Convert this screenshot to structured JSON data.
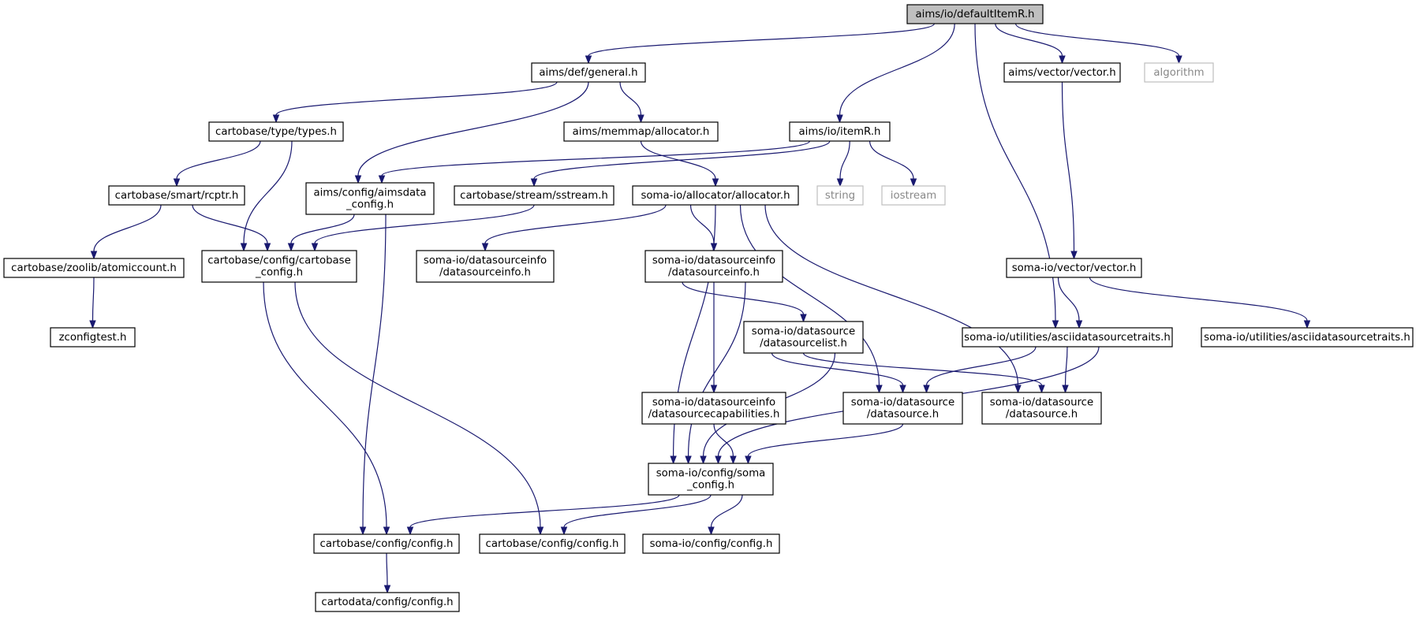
{
  "diagram": {
    "type": "include-dependency-graph",
    "colors": {
      "edge": "#191970",
      "node_border": "#000000",
      "root_fill": "#bfbfbf",
      "external_border": "#bfbfbf",
      "external_text": "#888888"
    },
    "nodes": [
      {
        "id": "defaultItemR",
        "lines": [
          "aims/io/defaultItemR.h"
        ],
        "kind": "root"
      },
      {
        "id": "general",
        "lines": [
          "aims/def/general.h"
        ],
        "kind": "file"
      },
      {
        "id": "itemR",
        "lines": [
          "aims/io/itemR.h"
        ],
        "kind": "file"
      },
      {
        "id": "aims_vector",
        "lines": [
          "aims/vector/vector.h"
        ],
        "kind": "file"
      },
      {
        "id": "algorithm",
        "lines": [
          "algorithm"
        ],
        "kind": "external"
      },
      {
        "id": "types",
        "lines": [
          "cartobase/type/types.h"
        ],
        "kind": "file"
      },
      {
        "id": "memmap_alloc",
        "lines": [
          "aims/memmap/allocator.h"
        ],
        "kind": "file"
      },
      {
        "id": "string",
        "lines": [
          "string"
        ],
        "kind": "external"
      },
      {
        "id": "iostream",
        "lines": [
          "iostream"
        ],
        "kind": "external"
      },
      {
        "id": "rcptr",
        "lines": [
          "cartobase/smart/rcptr.h"
        ],
        "kind": "file"
      },
      {
        "id": "aimsdata_config",
        "lines": [
          "aims/config/aimsdata",
          "_config.h"
        ],
        "kind": "file"
      },
      {
        "id": "sstream",
        "lines": [
          "cartobase/stream/sstream.h"
        ],
        "kind": "file"
      },
      {
        "id": "soma_alloc",
        "lines": [
          "soma-io/allocator/allocator.h"
        ],
        "kind": "file"
      },
      {
        "id": "atomiccount",
        "lines": [
          "cartobase/zoolib/atomiccount.h"
        ],
        "kind": "file"
      },
      {
        "id": "cartobase_config",
        "lines": [
          "cartobase/config/cartobase",
          "_config.h"
        ],
        "kind": "file"
      },
      {
        "id": "dsi_h1",
        "lines": [
          "soma-io/datasourceinfo",
          "/datasourceinfo.h"
        ],
        "kind": "file"
      },
      {
        "id": "dsi_h2",
        "lines": [
          "soma-io/datasourceinfo",
          "/datasourceinfo.h"
        ],
        "kind": "file"
      },
      {
        "id": "soma_vector",
        "lines": [
          "soma-io/vector/vector.h"
        ],
        "kind": "file"
      },
      {
        "id": "zconfigtest",
        "lines": [
          "zconfigtest.h"
        ],
        "kind": "file"
      },
      {
        "id": "dslist",
        "lines": [
          "soma-io/datasource",
          "/datasourcelist.h"
        ],
        "kind": "file"
      },
      {
        "id": "ascii1",
        "lines": [
          "soma-io/utilities/asciidatasourcetraits.h"
        ],
        "kind": "file"
      },
      {
        "id": "ascii2",
        "lines": [
          "soma-io/utilities/asciidatasourcetraits.h"
        ],
        "kind": "file"
      },
      {
        "id": "dscap",
        "lines": [
          "soma-io/datasourceinfo",
          "/datasourcecapabilities.h"
        ],
        "kind": "file"
      },
      {
        "id": "ds1",
        "lines": [
          "soma-io/datasource",
          "/datasource.h"
        ],
        "kind": "file"
      },
      {
        "id": "ds2",
        "lines": [
          "soma-io/datasource",
          "/datasource.h"
        ],
        "kind": "file"
      },
      {
        "id": "soma_config",
        "lines": [
          "soma-io/config/soma",
          "_config.h"
        ],
        "kind": "file"
      },
      {
        "id": "cb_config1",
        "lines": [
          "cartobase/config/config.h"
        ],
        "kind": "file"
      },
      {
        "id": "cb_config2",
        "lines": [
          "cartobase/config/config.h"
        ],
        "kind": "file"
      },
      {
        "id": "soma_cfg",
        "lines": [
          "soma-io/config/config.h"
        ],
        "kind": "file"
      },
      {
        "id": "cartodata_config",
        "lines": [
          "cartodata/config/config.h"
        ],
        "kind": "file"
      }
    ],
    "edges": [
      {
        "from": "defaultItemR",
        "to": "general"
      },
      {
        "from": "defaultItemR",
        "to": "itemR"
      },
      {
        "from": "defaultItemR",
        "to": "ascii1"
      },
      {
        "from": "defaultItemR",
        "to": "aims_vector"
      },
      {
        "from": "defaultItemR",
        "to": "algorithm"
      },
      {
        "from": "general",
        "to": "types"
      },
      {
        "from": "general",
        "to": "aimsdata_config"
      },
      {
        "from": "general",
        "to": "memmap_alloc"
      },
      {
        "from": "itemR",
        "to": "aimsdata_config"
      },
      {
        "from": "itemR",
        "to": "sstream"
      },
      {
        "from": "itemR",
        "to": "string"
      },
      {
        "from": "itemR",
        "to": "iostream"
      },
      {
        "from": "aims_vector",
        "to": "soma_vector"
      },
      {
        "from": "types",
        "to": "rcptr"
      },
      {
        "from": "types",
        "to": "cartobase_config"
      },
      {
        "from": "memmap_alloc",
        "to": "soma_alloc"
      },
      {
        "from": "rcptr",
        "to": "atomiccount"
      },
      {
        "from": "rcptr",
        "to": "cartobase_config"
      },
      {
        "from": "aimsdata_config",
        "to": "cartobase_config"
      },
      {
        "from": "aimsdata_config",
        "to": "cb_config1"
      },
      {
        "from": "sstream",
        "to": "cartobase_config"
      },
      {
        "from": "soma_alloc",
        "to": "dsi_h1"
      },
      {
        "from": "soma_alloc",
        "to": "dsi_h2"
      },
      {
        "from": "soma_alloc",
        "to": "soma_config"
      },
      {
        "from": "soma_alloc",
        "to": "ds1"
      },
      {
        "from": "soma_alloc",
        "to": "ds2"
      },
      {
        "from": "atomiccount",
        "to": "zconfigtest"
      },
      {
        "from": "cartobase_config",
        "to": "cb_config1"
      },
      {
        "from": "cartobase_config",
        "to": "cb_config2"
      },
      {
        "from": "dsi_h2",
        "to": "dslist"
      },
      {
        "from": "dsi_h2",
        "to": "dscap"
      },
      {
        "from": "dsi_h2",
        "to": "soma_config"
      },
      {
        "from": "soma_vector",
        "to": "ascii1"
      },
      {
        "from": "soma_vector",
        "to": "ascii2"
      },
      {
        "from": "dslist",
        "to": "ds1"
      },
      {
        "from": "dslist",
        "to": "ds2"
      },
      {
        "from": "dslist",
        "to": "soma_config"
      },
      {
        "from": "ascii1",
        "to": "ds1"
      },
      {
        "from": "ascii1",
        "to": "ds2"
      },
      {
        "from": "ascii1",
        "to": "soma_config"
      },
      {
        "from": "dscap",
        "to": "soma_config"
      },
      {
        "from": "ds1",
        "to": "soma_config"
      },
      {
        "from": "soma_config",
        "to": "cb_config1"
      },
      {
        "from": "soma_config",
        "to": "cb_config2"
      },
      {
        "from": "soma_config",
        "to": "soma_cfg"
      },
      {
        "from": "cb_config1",
        "to": "cartodata_config"
      }
    ]
  }
}
